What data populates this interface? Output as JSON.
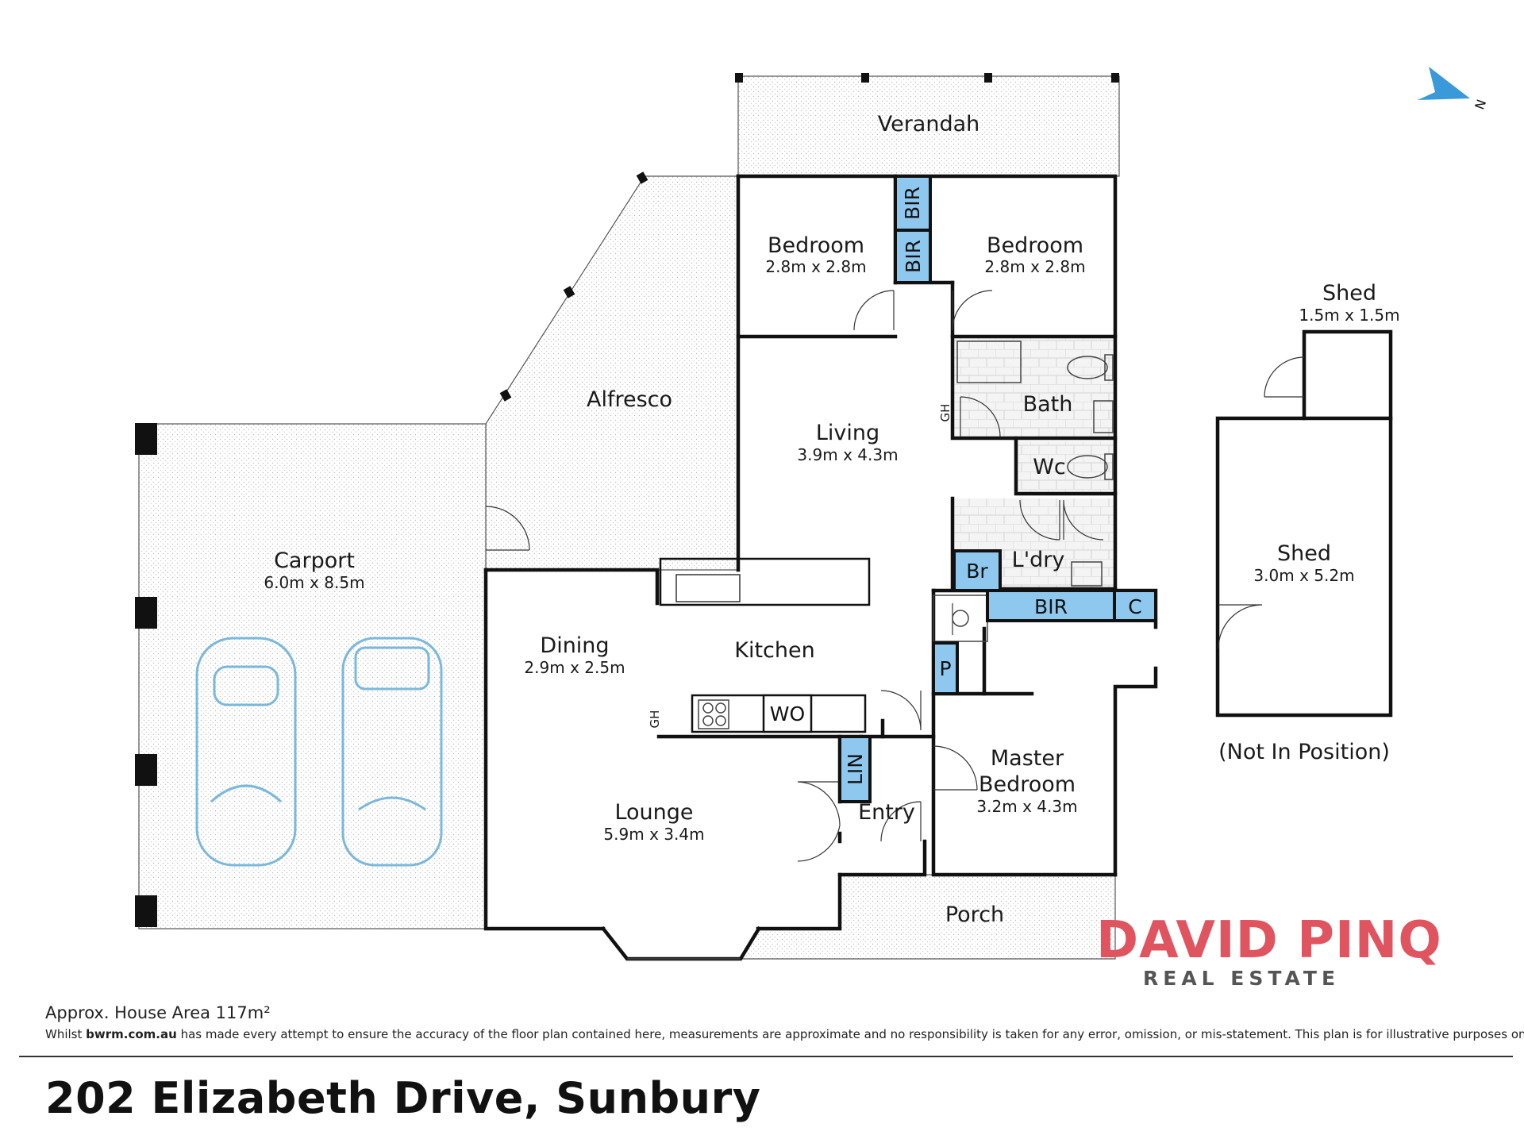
{
  "rooms": {
    "verandah": {
      "name": "Verandah"
    },
    "bedroom1": {
      "name": "Bedroom",
      "size": "2.8m x 2.8m"
    },
    "bedroom2": {
      "name": "Bedroom",
      "size": "2.8m x 2.8m"
    },
    "bath": {
      "name": "Bath"
    },
    "wc": {
      "name": "Wc"
    },
    "laundry": {
      "name": "L'dry"
    },
    "alfresco": {
      "name": "Alfresco"
    },
    "living": {
      "name": "Living",
      "size": "3.9m x 4.3m"
    },
    "carport": {
      "name": "Carport",
      "size": "6.0m x 8.5m"
    },
    "dining": {
      "name": "Dining",
      "size": "2.9m x 2.5m"
    },
    "kitchen": {
      "name": "Kitchen"
    },
    "lounge": {
      "name": "Lounge",
      "size": "5.9m x 3.4m"
    },
    "entry": {
      "name": "Entry"
    },
    "master": {
      "name_line1": "Master",
      "name_line2": "Bedroom",
      "size": "3.2m x 4.3m"
    },
    "porch": {
      "name": "Porch"
    },
    "shed_small": {
      "name": "Shed",
      "size": "1.5m x 1.5m"
    },
    "shed_large": {
      "name": "Shed",
      "size": "3.0m x 5.2m"
    }
  },
  "storage_labels": {
    "bir_top": "BIR",
    "bir_mid": "BIR",
    "bir_master": "BIR",
    "br": "Br",
    "c": "C",
    "p": "P",
    "lin": "LIN",
    "wo": "WO",
    "gh_living": "GH",
    "gh_kitchen": "GH"
  },
  "not_in_position": "(Not In Position)",
  "footer": {
    "area": "Approx. House Area 117m²",
    "disclaimer_prefix": "Whilst ",
    "disclaimer_site": "bwrm.com.au",
    "disclaimer_rest": " has made every attempt to ensure the accuracy of the floor plan contained here, measurements are approximate and no responsibility is taken for any error, omission, or mis-statement. This plan is for illustrative purposes only.",
    "address": "202 Elizabeth Drive, Sunbury"
  },
  "brand": {
    "name": "DAVID PINQ",
    "subtitle": "REAL ESTATE",
    "color": "#e0545f"
  },
  "colors": {
    "storage_fill": "#8ec8ee",
    "car_outline": "#7ab8dc",
    "compass": "#3a9ad9"
  },
  "compass_label": "N"
}
